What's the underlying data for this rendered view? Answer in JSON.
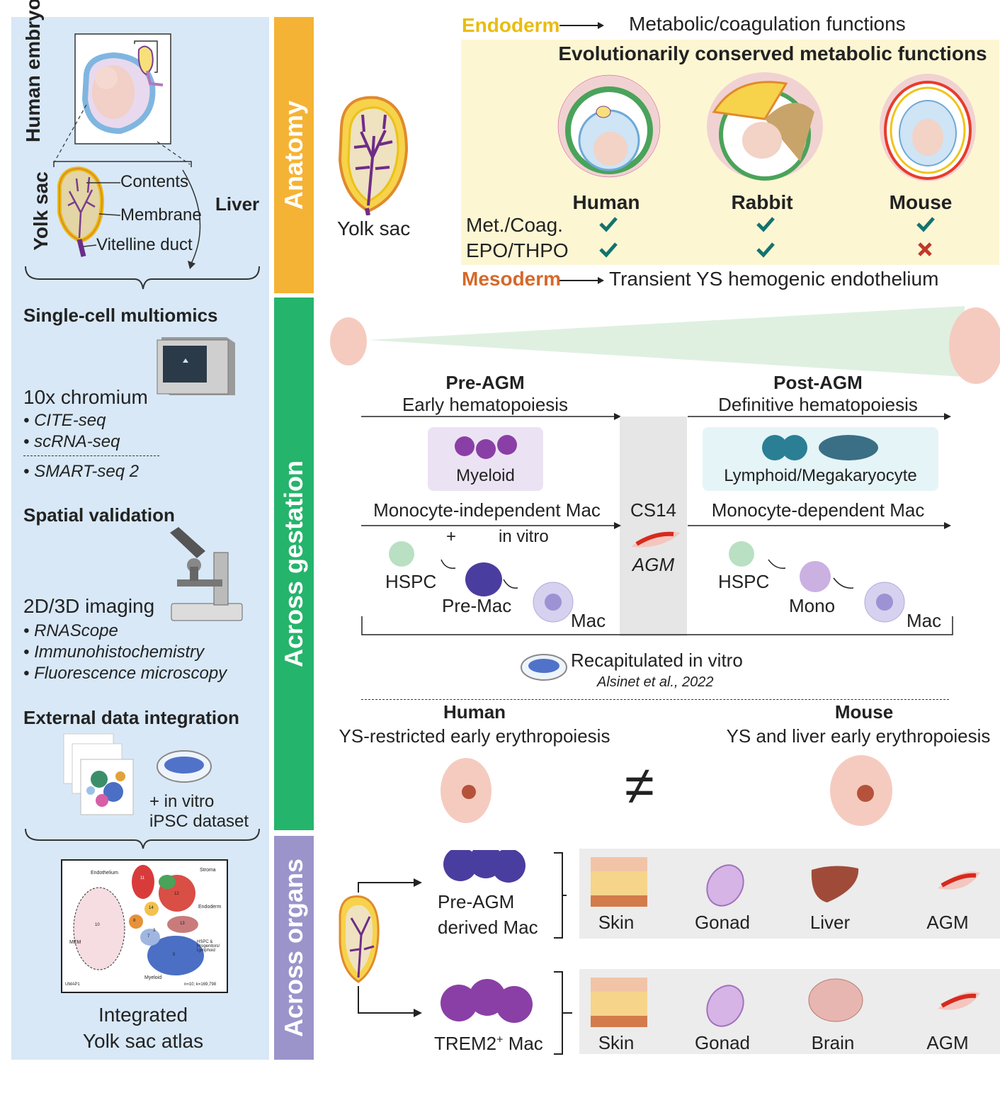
{
  "left_panel": {
    "human_embryo": "Human embryo",
    "yolk_sac": "Yolk sac",
    "contents": "Contents",
    "membrane": "Membrane",
    "vitelline_duct": "Vitelline duct",
    "liver": "Liver",
    "multiomics_title": "Single-cell multiomics",
    "chromium": "10x chromium",
    "cite_seq": "• CITE-seq",
    "scrna_seq": "• scRNA-seq",
    "smart_seq": "• SMART-seq 2",
    "spatial_title": "Spatial validation",
    "imaging": "2D/3D imaging",
    "rnascope": "• RNAScope",
    "ihc": "• Immunohistochemistry",
    "fluorescence": "• Fluorescence microscopy",
    "external_title": "External data integration",
    "in_vitro": "+ in vitro",
    "ipsc": "iPSC dataset",
    "atlas_line1": "Integrated",
    "atlas_line2": "Yolk sac atlas",
    "umap": {
      "endothelium": "Endothelium",
      "stroma": "Stroma",
      "endoderm": "Endoderm",
      "mesoderm": "MEM",
      "hspc": "HSPC & Progenitors/ Lymphoid",
      "myeloid": "Myeloid",
      "umap1": "UMAP1",
      "n": "n=10; k=169,798",
      "clusters": [
        "10",
        "11",
        "12",
        "13",
        "14",
        "5",
        "8",
        "7",
        "3"
      ]
    }
  },
  "bands": {
    "anatomy": "Anatomy",
    "gestation": "Across gestation",
    "organs": "Across organs"
  },
  "anatomy": {
    "yolk_sac_label": "Yolk sac",
    "endoderm": "Endoderm",
    "endoderm_fn": "Metabolic/coagulation functions",
    "conserved_title": "Evolutionarily conserved metabolic functions",
    "species": [
      "Human",
      "Rabbit",
      "Mouse"
    ],
    "rows": [
      {
        "label": "Met./Coag.",
        "marks": [
          "check",
          "check",
          "check"
        ]
      },
      {
        "label": "EPO/THPO",
        "marks": [
          "check",
          "check",
          "cross"
        ]
      }
    ],
    "mesoderm": "Mesoderm",
    "mesoderm_fn": "Transient YS hemogenic endothelium"
  },
  "gestation": {
    "pre_agm": "Pre-AGM",
    "early": "Early hematopoiesis",
    "post_agm": "Post-AGM",
    "definitive": "Definitive hematopoiesis",
    "myeloid": "Myeloid",
    "lymphoid": "Lymphoid/Megakaryocyte",
    "mono_indep": "Monocyte-independent Mac",
    "mono_dep": "Monocyte-dependent Mac",
    "plus": "+",
    "in_vitro": "in vitro",
    "cs14": "CS14",
    "agm": "AGM",
    "hspc": "HSPC",
    "pre_mac": "Pre-Mac",
    "mac": "Mac",
    "mono": "Mono",
    "recap": "Recapitulated in vitro",
    "citation": "Alsinet et al., 2022",
    "human": "Human",
    "human_desc": "YS-restricted early erythropoiesis",
    "mouse": "Mouse",
    "mouse_desc": "YS and liver early erythropoiesis",
    "neq": "≠"
  },
  "organs": {
    "pre_agm_mac_1": "Pre-AGM",
    "pre_agm_mac_2": "derived Mac",
    "trem2": "TREM2",
    "trem2_sup": "+",
    "trem2_mac": " Mac",
    "row1": [
      "Skin",
      "Gonad",
      "Liver",
      "AGM"
    ],
    "row2": [
      "Skin",
      "Gonad",
      "Brain",
      "AGM"
    ]
  },
  "colors": {
    "anatomy_band": "#f5b335",
    "gestation_band": "#25b46b",
    "organs_band": "#9a94cb",
    "endoderm": "#e9bc12",
    "mesoderm": "#d5692a",
    "check": "#12736e",
    "cross": "#c0392b"
  }
}
